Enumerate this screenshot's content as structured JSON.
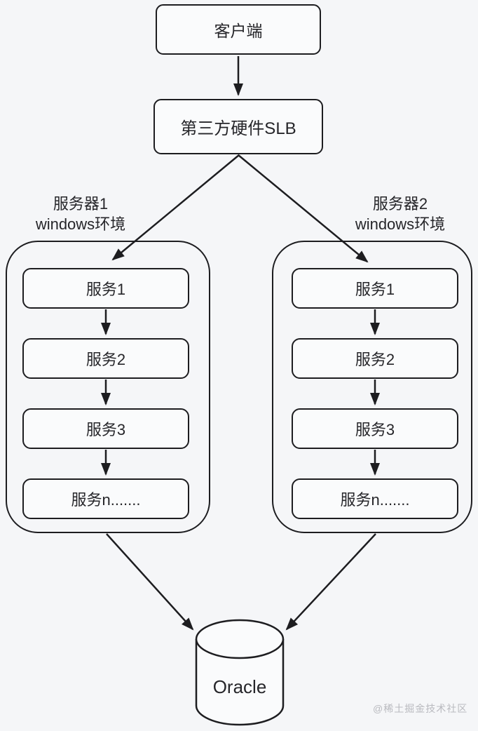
{
  "diagram": {
    "background_color": "#f5f6f8",
    "stroke_color": "#1d1d20",
    "nodes": {
      "client": {
        "label": "客户端"
      },
      "slb": {
        "label": "第三方硬件SLB"
      },
      "server1": {
        "title": "服务器1",
        "subtitle": "windows环境",
        "services": [
          "服务1",
          "服务2",
          "服务3",
          "服务n......."
        ]
      },
      "server2": {
        "title": "服务器2",
        "subtitle": "windows环境",
        "services": [
          "服务1",
          "服务2",
          "服务3",
          "服务n......."
        ]
      },
      "database": {
        "label": "Oracle"
      }
    },
    "watermark": {
      "text": "@稀土掘金技术社区",
      "color": "#b9babf"
    }
  }
}
